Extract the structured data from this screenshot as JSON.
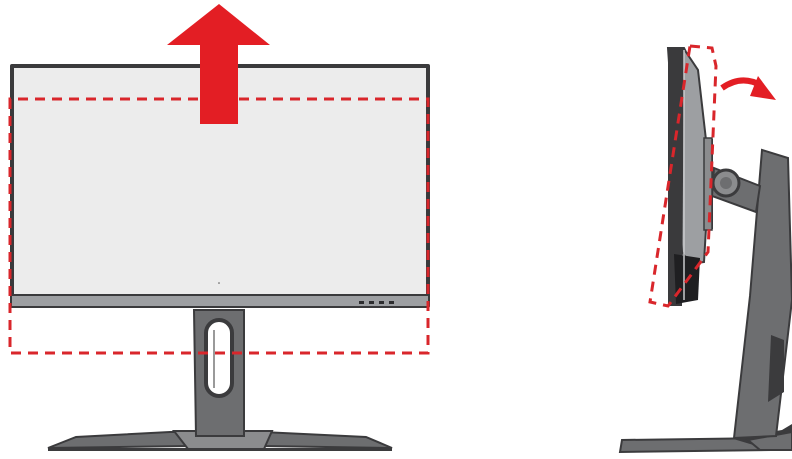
{
  "diagram": {
    "front_view": {
      "monitor": "monitor-front",
      "arrow": "height-adjust-up-arrow",
      "dashed_outline": "raised-position-outline",
      "control_buttons": 4
    },
    "side_view": {
      "monitor": "monitor-side",
      "arrow": "tilt-curved-arrow",
      "dashed_outline": "tilted-position-outline"
    },
    "colors": {
      "arrow_red": "#e31e24",
      "dashed_red": "#d9262b",
      "bezel": "#3a3a3c",
      "screen": "#ececec",
      "stand": "#6d6e70",
      "stand_dark": "#3b3b3d",
      "base_light": "#8b8c8e"
    }
  }
}
